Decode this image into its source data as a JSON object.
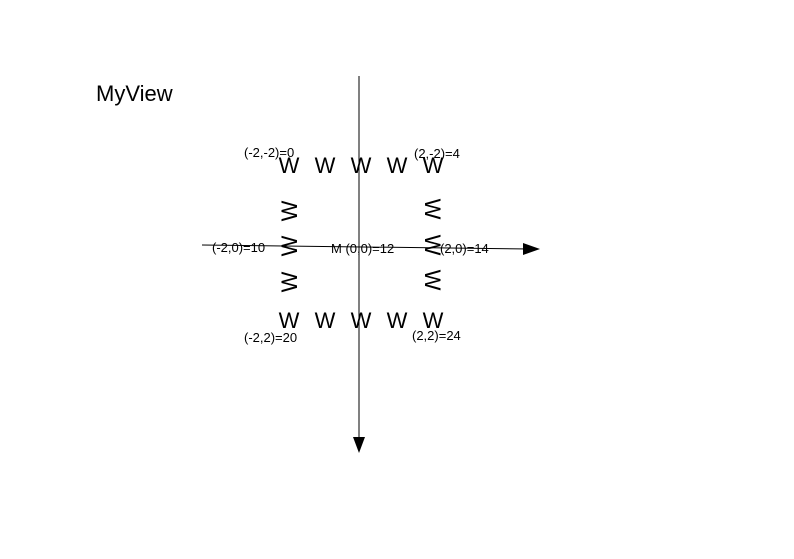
{
  "view": {
    "title": "MyView"
  },
  "cells": {
    "top_left": "(-2,-2)=0",
    "top_right": "(2,-2)=4",
    "mid_left": "(-2,0)=10",
    "center": "M (0,0)=12",
    "mid_right": "(2,0)=14",
    "bottom_left": "(-2,2)=20",
    "bottom_right": "(2,2)=24"
  },
  "glyphs": {
    "wall": "W"
  },
  "colors": {
    "ink": "#000000",
    "background": "#ffffff"
  }
}
